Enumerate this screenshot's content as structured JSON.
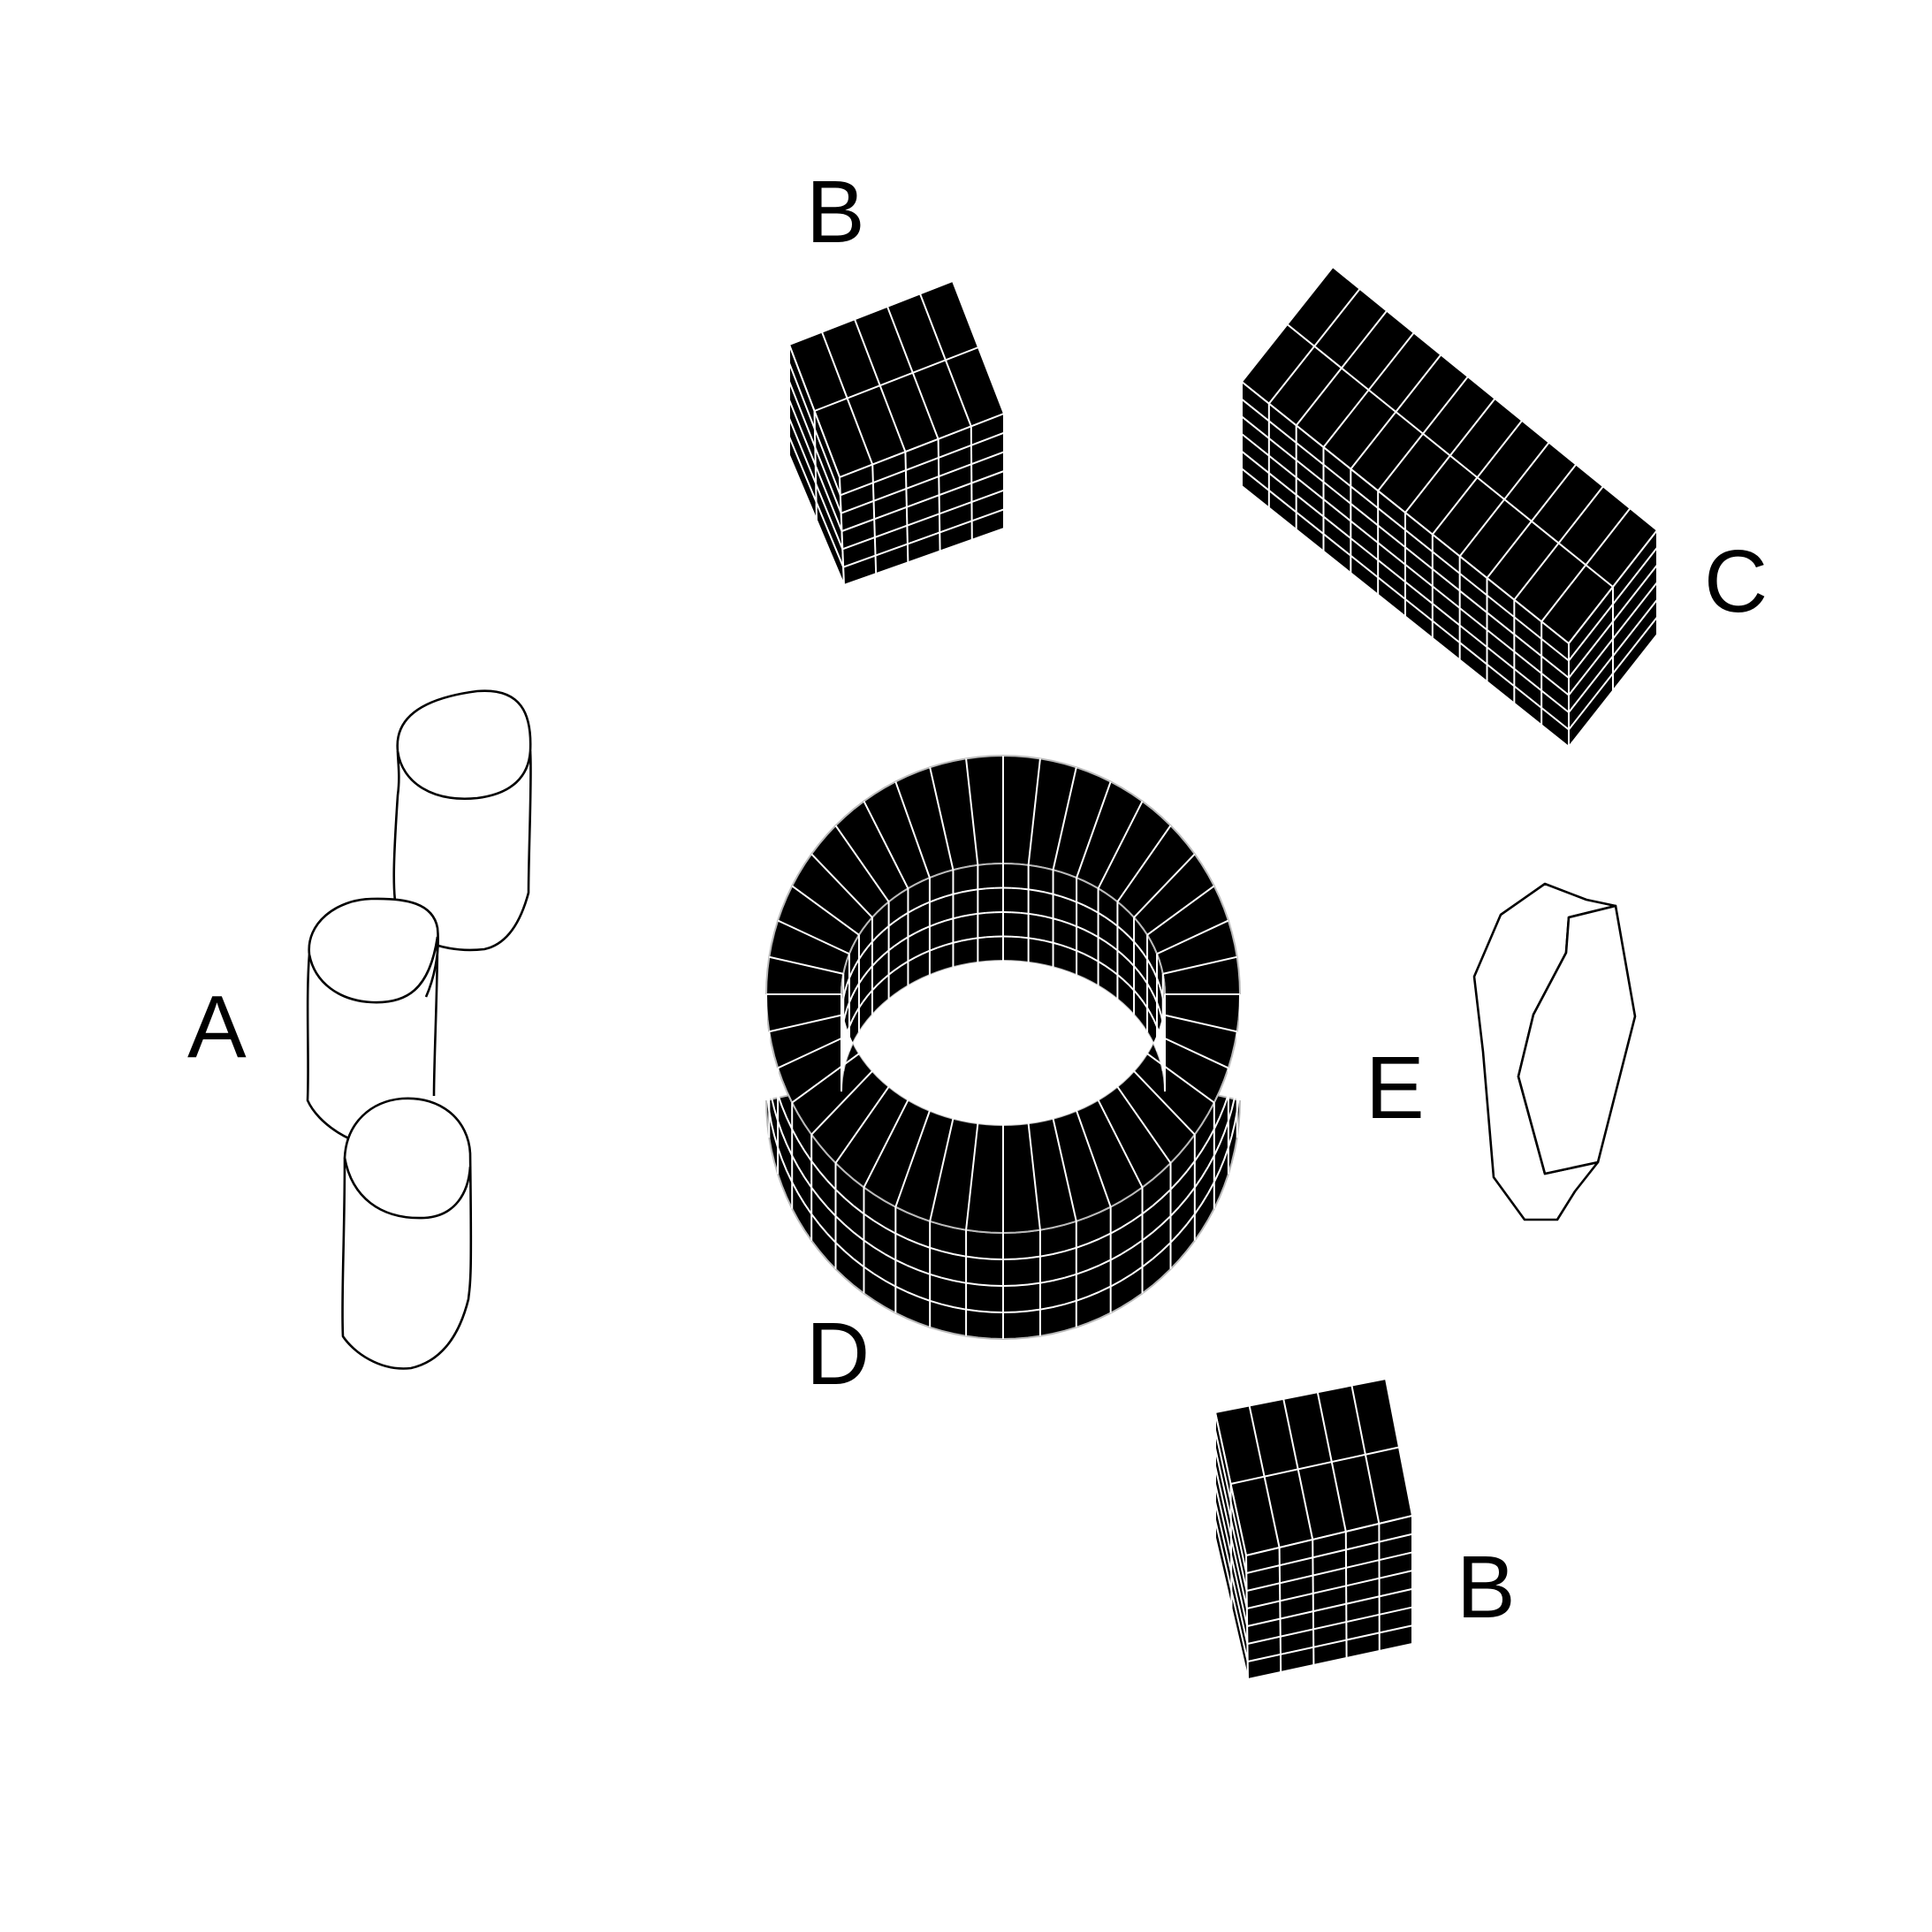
{
  "labels": {
    "a": "A",
    "b_top": "B",
    "b_bottom": "B",
    "c": "C",
    "d": "D",
    "e": "E"
  },
  "colors": {
    "background": "#ffffff",
    "solid_fill": "#000000",
    "grid_line": "#ffffff",
    "outline": "#000000"
  }
}
